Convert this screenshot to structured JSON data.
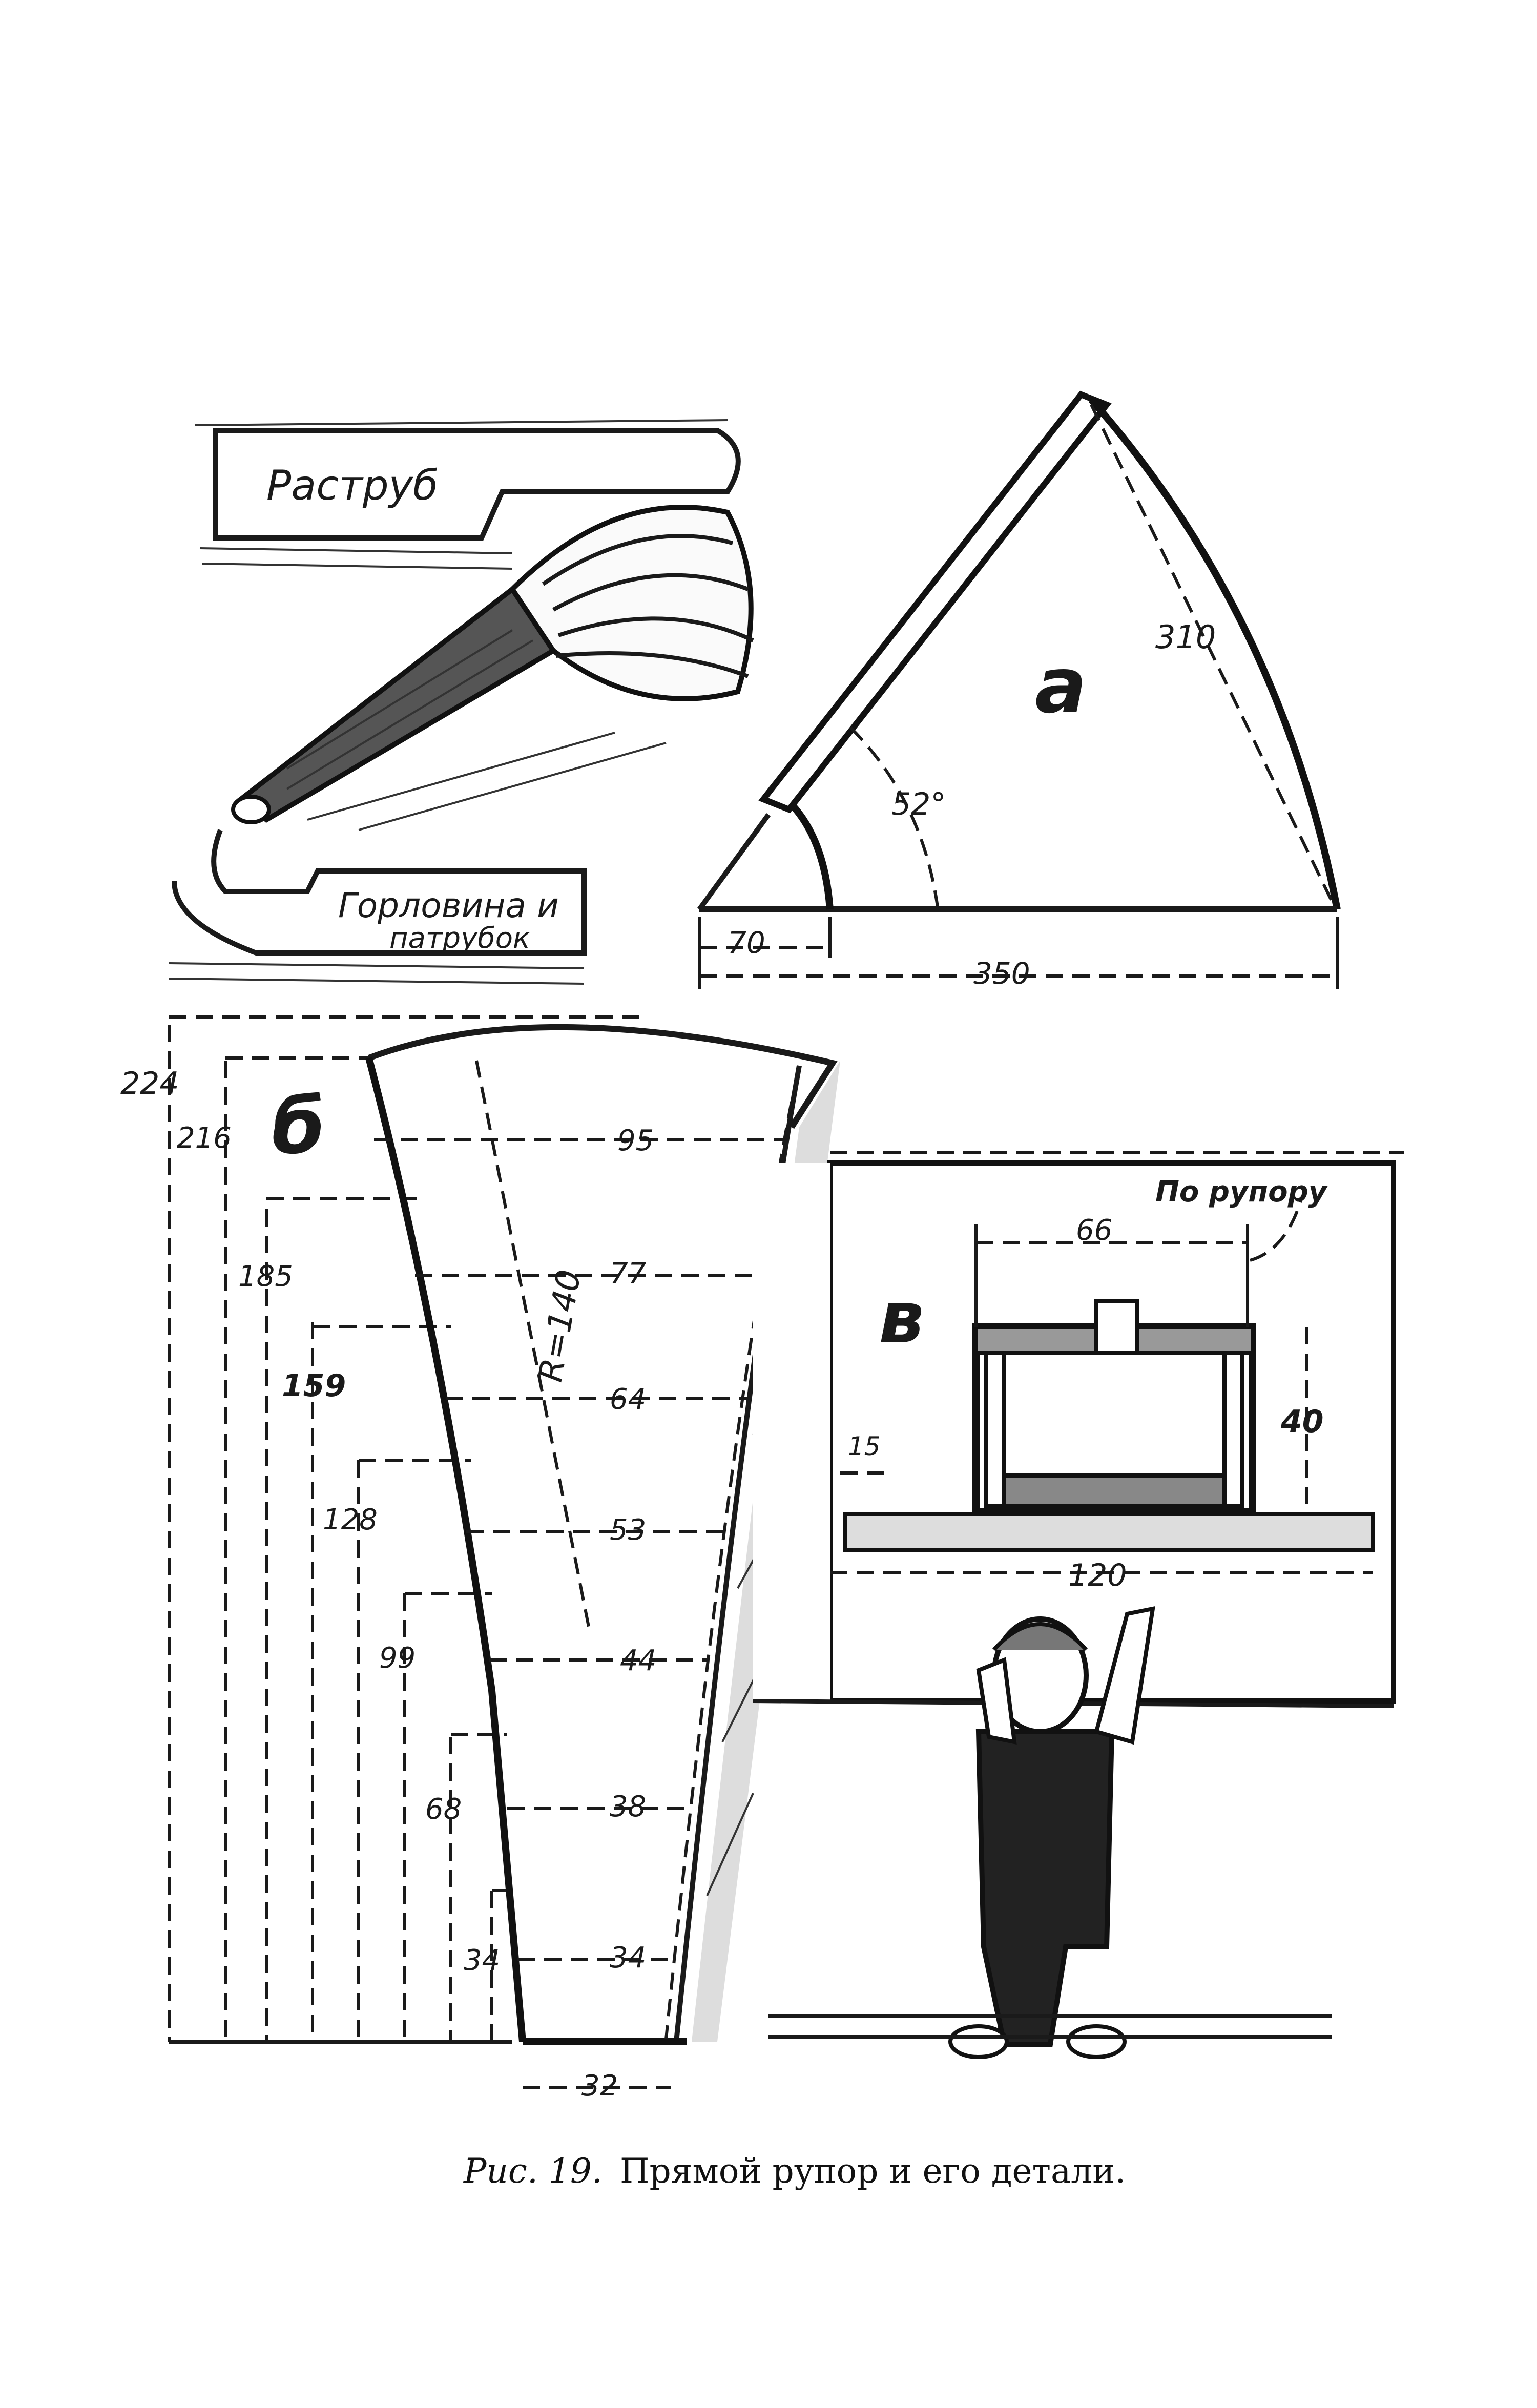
{
  "horn_sketch": {
    "label_bell": "Раструб",
    "label_throat_line1": "Горловина и",
    "label_throat_line2": "патрубок"
  },
  "panel_a": {
    "letter": "a",
    "angle": "52°",
    "radius_outer": "310",
    "inner_offset": "70",
    "base_length": "350"
  },
  "panel_b": {
    "letter": "б",
    "radius": "R=140",
    "heights": [
      "224",
      "216",
      "185",
      "159",
      "128",
      "99",
      "68",
      "34"
    ],
    "widths": [
      "95",
      "77",
      "64",
      "53",
      "44",
      "38",
      "34"
    ],
    "bottom_width": "32"
  },
  "panel_v": {
    "letter": "в",
    "note": "По рупору",
    "dim_66": "66",
    "dim_40": "40",
    "dim_15": "15",
    "dim_120": "120"
  },
  "caption": {
    "prefix": "Рис. 19.",
    "text": "Прямой рупор и его детали."
  },
  "colors": {
    "ink": "#1a1a1a",
    "paper": "#ffffff"
  }
}
